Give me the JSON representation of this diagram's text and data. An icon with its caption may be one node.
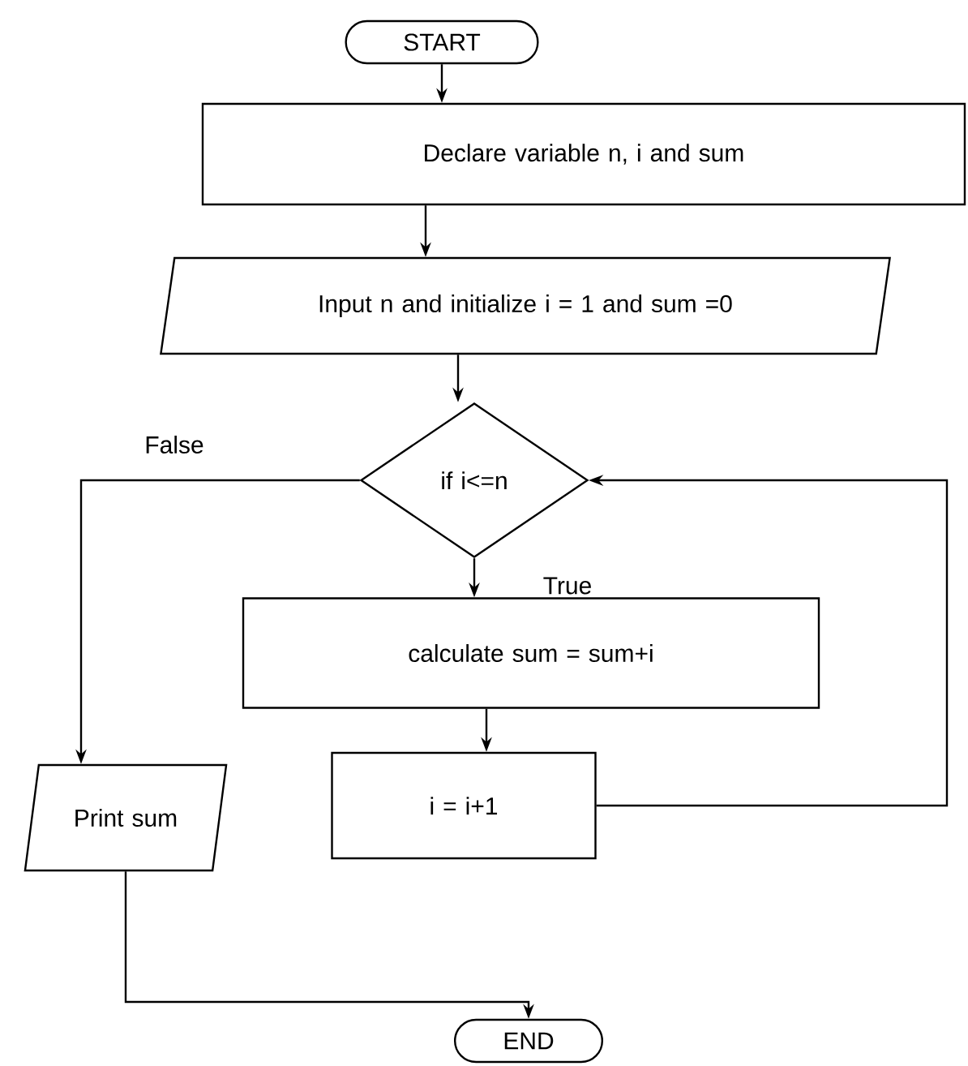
{
  "diagram": {
    "nodes": [
      {
        "text": [
          "START"
        ]
      },
      {
        "text": [
          "Declare variable n, i and sum"
        ]
      },
      {
        "text": [
          "Input n and initialize i = 1 and sum =0"
        ]
      },
      {
        "text": [
          "if i<=n"
        ]
      },
      {
        "text": [
          "calculate sum = sum+i"
        ]
      },
      {
        "text": [
          "i = i+1"
        ]
      },
      {
        "text": [
          "Print sum"
        ]
      },
      {
        "text": [
          "END"
        ]
      }
    ],
    "edges": [
      {
        "from": 0,
        "to": 1,
        "arrow": "to"
      },
      {
        "from": 1,
        "to": 2,
        "arrow": "to"
      },
      {
        "from": 2,
        "to": 3,
        "arrow": "to"
      },
      {
        "from": 3,
        "to": 4,
        "arrow": "to",
        "label": "True"
      },
      {
        "from": 4,
        "to": 5,
        "arrow": "to"
      },
      {
        "from": 5,
        "to": 3,
        "arrow": "to"
      },
      {
        "from": 3,
        "to": 6,
        "arrow": "to",
        "label": "False"
      },
      {
        "from": 6,
        "to": 7,
        "arrow": "to"
      }
    ]
  }
}
